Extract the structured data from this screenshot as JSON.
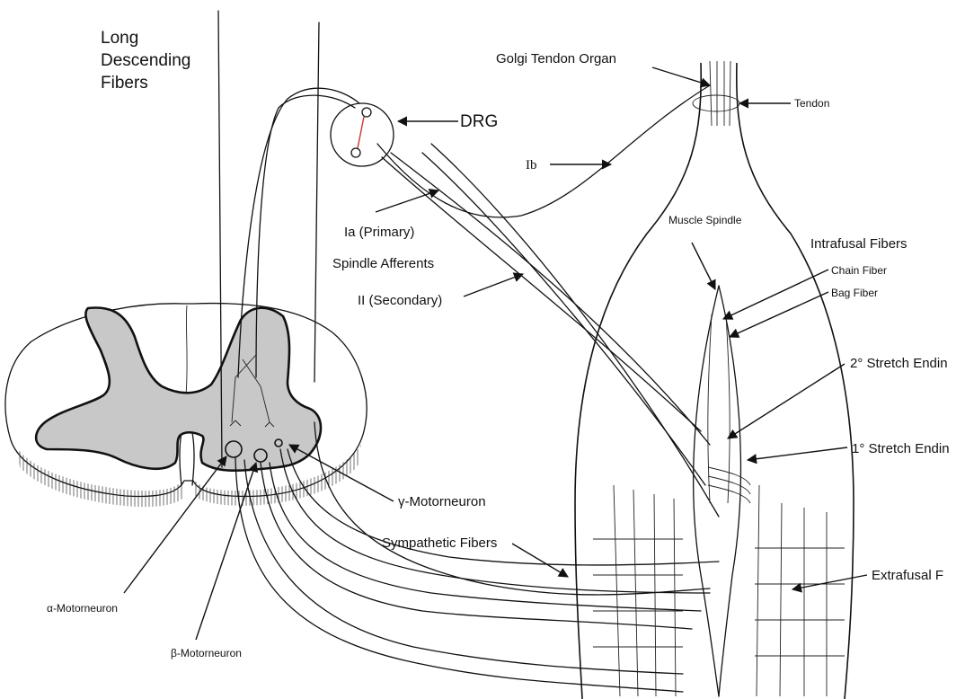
{
  "labels": {
    "long_descending": [
      "Long",
      "Descending",
      "Fibers"
    ],
    "golgi_tendon_organ": "Golgi Tendon Organ",
    "tendon": "Tendon",
    "drg": "DRG",
    "ib": "Ib",
    "ia_primary": "Ia (Primary)",
    "spindle_afferents": "Spindle Afferents",
    "ii_secondary": "II (Secondary)",
    "muscle_spindle": "Muscle Spindle",
    "intrafusal_fibers": "Intrafusal Fibers",
    "chain_fiber": "Chain Fiber",
    "bag_fiber": "Bag Fiber",
    "secondary_stretch": "2° Stretch Endin",
    "primary_stretch": "1° Stretch Endin",
    "gamma_motorneuron": "γ-Motorneuron",
    "sympathetic_fibers": "Sympathetic Fibers",
    "extrafusal": "Extrafusal F",
    "alpha_motorneuron": "α-Motorneuron",
    "beta_motorneuron": "β-Motorneuron"
  },
  "colors": {
    "gray_matter": "#c8c8c8",
    "line": "#111111",
    "drg_link": "#cc3333"
  }
}
